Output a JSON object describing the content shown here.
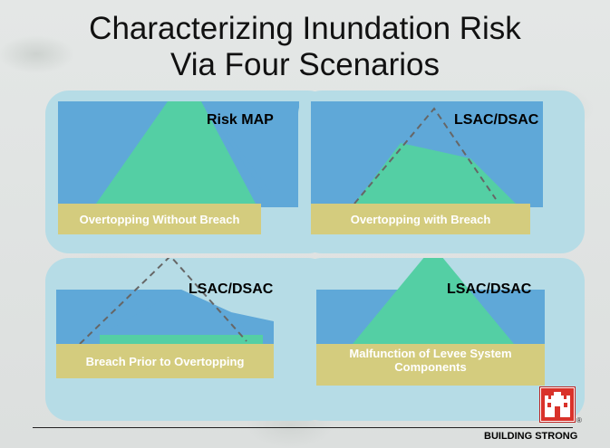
{
  "title": {
    "line1": "Characterizing Inundation Risk",
    "line2": "Via Four Scenarios"
  },
  "panels": [
    {
      "tag": "Risk MAP",
      "caption": "Overtopping Without Breach"
    },
    {
      "tag": "LSAC/DSAC",
      "caption": "Overtopping with Breach"
    },
    {
      "tag": "LSAC/DSAC",
      "caption": "Breach Prior to Overtopping"
    },
    {
      "tag": "LSAC/DSAC",
      "caption_line1": "Malfunction of Levee System",
      "caption_line2": "Components"
    }
  ],
  "footer": {
    "brand": "BUILDING STRONG",
    "mark": "®"
  },
  "colors": {
    "panel": "#b6dce6",
    "water": "#5fa8d8",
    "levee": "#54cfa4",
    "ground": "#d4cc7e",
    "dashed": "#666666",
    "logo": "#d9322a"
  }
}
